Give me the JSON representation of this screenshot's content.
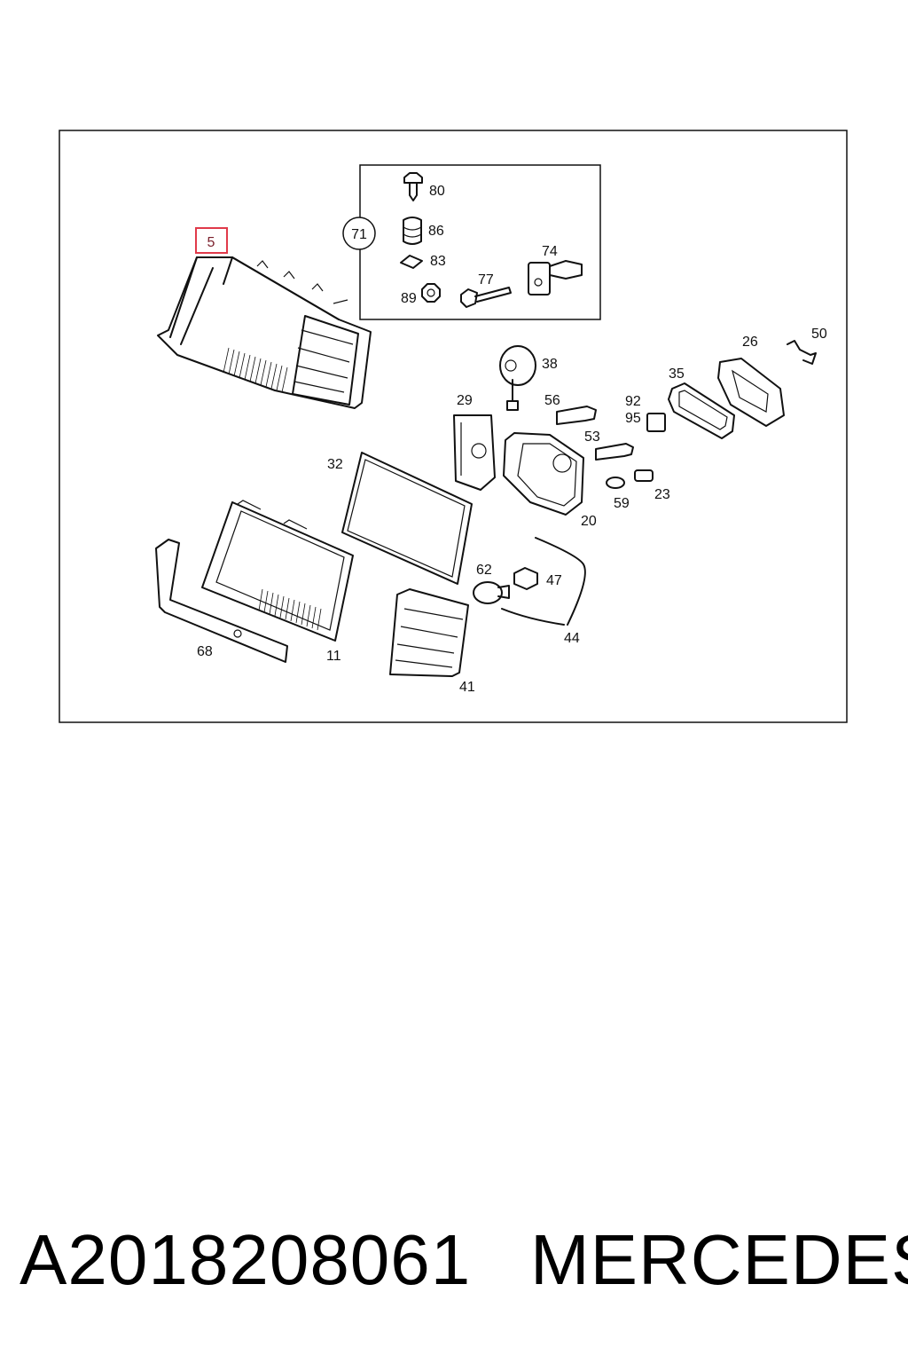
{
  "diagram": {
    "highlighted_callout": "5",
    "kit_callout": "71",
    "highlight_color": "#e03a4a",
    "callouts": {
      "c80": "80",
      "c86": "86",
      "c83": "83",
      "c89": "89",
      "c77": "77",
      "c74": "74",
      "c50": "50",
      "c26": "26",
      "c38": "38",
      "c35": "35",
      "c29": "29",
      "c56": "56",
      "c92": "92",
      "c95": "95",
      "c53": "53",
      "c32": "32",
      "c23": "23",
      "c59": "59",
      "c20": "20",
      "c62": "62",
      "c47": "47",
      "c44": "44",
      "c68": "68",
      "c11": "11",
      "c41": "41"
    }
  },
  "footer": {
    "part_number": "A2018208061",
    "brand": "MERCEDES"
  }
}
